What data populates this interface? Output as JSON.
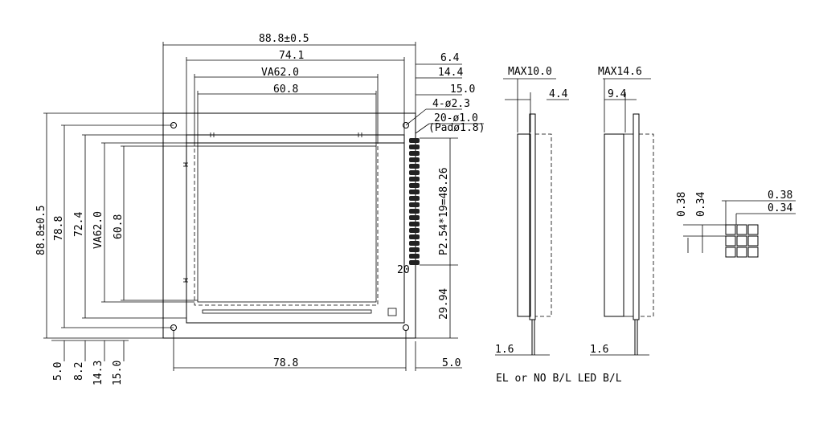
{
  "front_view": {
    "outer_width": "88.8±0.5",
    "width_74": "74.1",
    "va_width": "VA62.0",
    "aa_width": "60.8",
    "right_6": "6.4",
    "right_14": "14.4",
    "right_15": "15.0",
    "holes": "4-ø2.3",
    "pins": "20-ø1.0",
    "pad": "(Padø1.8)",
    "pin_pitch": "P2.54*19=48.26",
    "pin_number": "20",
    "bottom_2994": "29.94",
    "outer_height": "88.8±0.5",
    "height_788": "78.8",
    "height_724": "72.4",
    "va_height": "VA62.0",
    "aa_height": "60.8",
    "bottom_50": "5.0",
    "bottom_82": "8.2",
    "bottom_143": "14.3",
    "bottom_150": "15.0",
    "bottom_width": "78.8",
    "bottom_right": "5.0"
  },
  "side_views": {
    "el_max": "MAX10.0",
    "el_thick": "4.4",
    "el_pin": "1.6",
    "led_max": "MAX14.6",
    "led_thick": "9.4",
    "led_pin": "1.6",
    "caption": "EL or NO B/L LED B/L"
  },
  "pixel_detail": {
    "h_pitch": "0.38",
    "h_size": "0.34",
    "v_pitch": "0.38",
    "v_size": "0.34"
  }
}
